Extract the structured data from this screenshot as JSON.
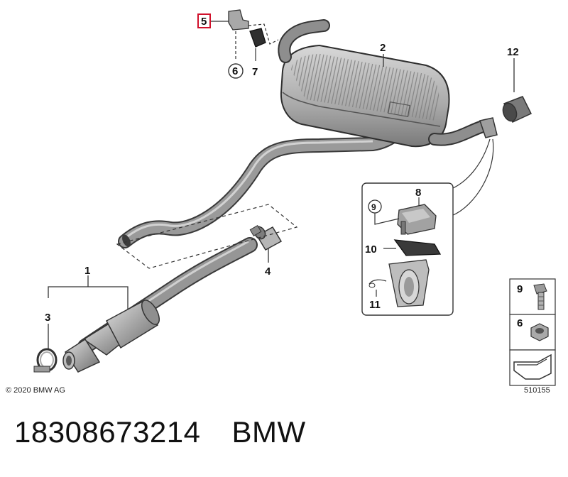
{
  "callouts": {
    "c1": "1",
    "c2": "2",
    "c3": "3",
    "c4": "4",
    "c5": "5",
    "c6": "6",
    "c7": "7",
    "c8": "8",
    "c9": "9",
    "c10": "10",
    "c11": "11",
    "c12": "12"
  },
  "inset_callouts": {
    "c9": "9",
    "c10": "10",
    "c11": "11",
    "c8": "8"
  },
  "legend": {
    "item_a": "9",
    "item_b": "6"
  },
  "copyright": "© 2020 BMW AG",
  "image_number": "510155",
  "caption": {
    "part_number": "18308673214",
    "brand": "BMW"
  },
  "colors": {
    "highlight_box": "#d0102b",
    "pipe": "#8a8a8a",
    "outline": "#2b2b2b"
  }
}
